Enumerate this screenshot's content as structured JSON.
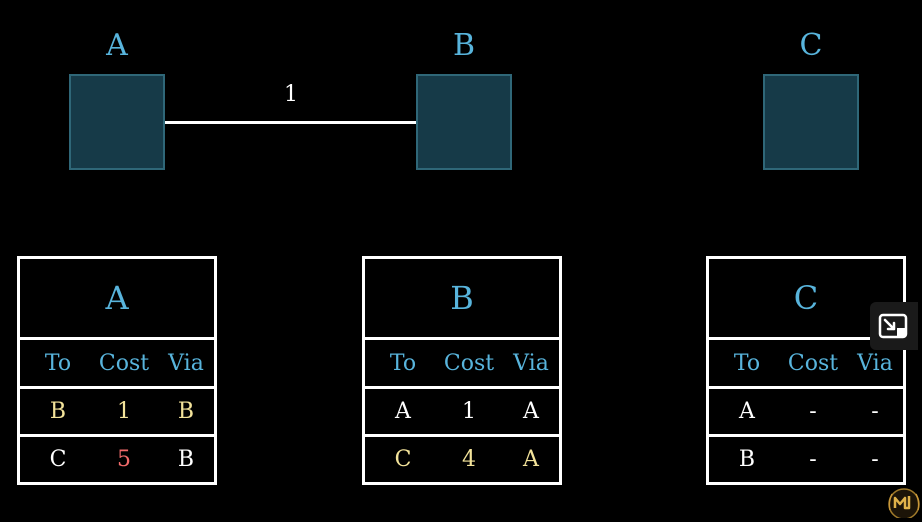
{
  "nodes": [
    {
      "id": "A",
      "label": "A"
    },
    {
      "id": "B",
      "label": "B"
    },
    {
      "id": "C",
      "label": "C"
    }
  ],
  "links": [
    {
      "from": "A",
      "to": "B",
      "weight": "1"
    }
  ],
  "tables": [
    {
      "title": "A",
      "headers": {
        "to": "To",
        "cost": "Cost",
        "via": "Via"
      },
      "rows": [
        {
          "to": "B",
          "cost": "1",
          "via": "B",
          "to_color": "#f3e39a",
          "cost_color": "#f3e39a",
          "via_color": "#f3e39a"
        },
        {
          "to": "C",
          "cost": "5",
          "via": "B",
          "to_color": "#ffffff",
          "cost_color": "#f06a6a",
          "via_color": "#ffffff"
        }
      ]
    },
    {
      "title": "B",
      "headers": {
        "to": "To",
        "cost": "Cost",
        "via": "Via"
      },
      "rows": [
        {
          "to": "A",
          "cost": "1",
          "via": "A",
          "to_color": "#ffffff",
          "cost_color": "#ffffff",
          "via_color": "#ffffff"
        },
        {
          "to": "C",
          "cost": "4",
          "via": "A",
          "to_color": "#f3e39a",
          "cost_color": "#f3e39a",
          "via_color": "#f3e39a"
        }
      ]
    },
    {
      "title": "C",
      "headers": {
        "to": "To",
        "cost": "Cost",
        "via": "Via"
      },
      "rows": [
        {
          "to": "A",
          "cost": "-",
          "via": "-",
          "to_color": "#ffffff",
          "cost_color": "#ffffff",
          "via_color": "#ffffff"
        },
        {
          "to": "B",
          "cost": "-",
          "via": "-",
          "to_color": "#ffffff",
          "cost_color": "#ffffff",
          "via_color": "#ffffff"
        }
      ]
    }
  ],
  "colors": {
    "accent": "#58b4dc",
    "node_fill": "#163a48",
    "highlight": "#f3e39a",
    "alert": "#f06a6a"
  },
  "icons": {
    "overlay": "picture-in-picture-exit-icon",
    "logo": "channel-logo-icon"
  }
}
